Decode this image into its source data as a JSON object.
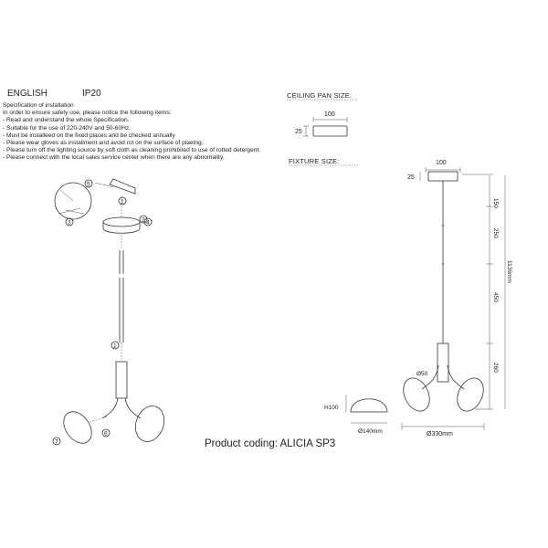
{
  "header": {
    "language": "ENGLISH",
    "rating": "IP20"
  },
  "specification": {
    "title": "Specification of installation",
    "lines": [
      "In order to ensure safety use, please notice the following items:",
      "- Read and understand the whole Specification.",
      "- Suitable for the use of 220-240V and 50-60Hz.",
      "- Must be installeed on the fixed places and be checked annually",
      "- Please wear gloves as installment and avoid rot on the surface of plaetng.",
      "- Please turn off the lighting source by soft cloth as cleaning prohibited to use of rotted detergent.",
      "- Please connect with the local sales service center when there are any abnomality."
    ]
  },
  "ceiling_pan": {
    "title": "CEILING PAN  SIZE:",
    "width": "100",
    "height": "25"
  },
  "fixture": {
    "title": "FIXTURE SIZE:",
    "pan_width": "100",
    "pan_height": "25",
    "seg1": "150",
    "seg2": "250",
    "seg3": "450",
    "seg4": "260",
    "total": "1136mm",
    "shade_dia": "Ø50",
    "span": "Ø330mm"
  },
  "shade": {
    "height": "H100",
    "dia": "Ø140mm"
  },
  "steps": [
    "5",
    "1",
    "2",
    "3",
    "4",
    "1",
    "6",
    "7"
  ],
  "product_coding": "Product coding: ALICIA SP3"
}
